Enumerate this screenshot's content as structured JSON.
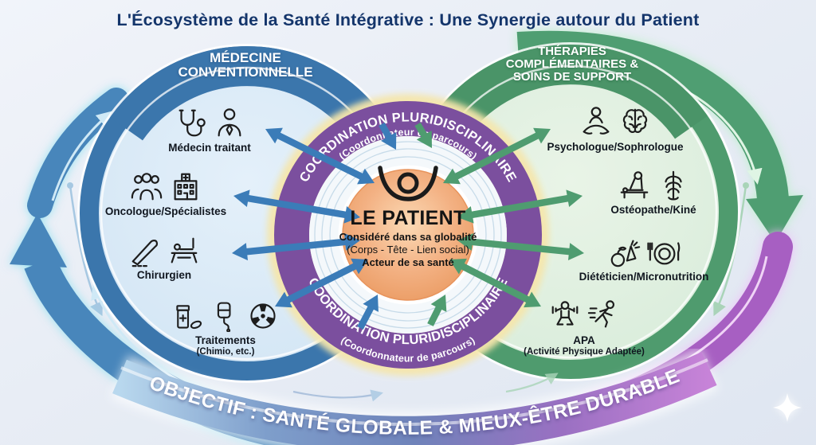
{
  "title": "L'Écosystème de la Santé Intégrative : Une Synergie autour du Patient",
  "left_circle": {
    "header_lines": [
      "MÉDECINE",
      "CONVENTIONNELLE"
    ],
    "ring_color": "#3b76ac",
    "fill_color": "#d9e9f6",
    "items": [
      {
        "label": "Médecin traitant",
        "icons": [
          "stethoscope-icon",
          "doctor-icon"
        ]
      },
      {
        "label": "Oncologue/Spécialistes",
        "icons": [
          "medical-team-icon",
          "hospital-icon"
        ]
      },
      {
        "label": "Chirurgien",
        "icons": [
          "scalpel-icon",
          "operating-table-icon"
        ]
      },
      {
        "label": "Traitements",
        "sublabel": "(Chimio, etc.)",
        "icons": [
          "pill-bottle-icon",
          "iv-bag-icon",
          "radiation-icon"
        ]
      }
    ]
  },
  "right_circle": {
    "header_lines": [
      "THÉRAPIES",
      "COMPLÉMENTAIRES &",
      "SOINS DE SUPPORT"
    ],
    "ring_color": "#4f9b6e",
    "fill_color": "#e0efdf",
    "items": [
      {
        "label": "Psychologue/Sophrologue",
        "icons": [
          "meditation-icon",
          "brain-icon"
        ]
      },
      {
        "label": "Ostéopathe/Kiné",
        "icons": [
          "massage-icon",
          "ribcage-icon"
        ]
      },
      {
        "label": "Diététicien/Micronutrition",
        "icons": [
          "vegetables-icon",
          "meal-plate-icon"
        ]
      },
      {
        "label": "APA",
        "sublabel": "(Activité Physique Adaptée)",
        "icons": [
          "strength-icon",
          "runner-icon"
        ]
      }
    ]
  },
  "coordination_ring": {
    "top_label": "COORDINATION PLURIDISCIPLINAIRE",
    "top_sublabel": "(Coordonnateur de parcours)",
    "bottom_label": "COORDINATION PLURIDISCIPLINAIRE",
    "bottom_sublabel": "(Coordonnateur de parcours)",
    "band_color": "#7b4f9e",
    "glow_color": "#f5e6ac"
  },
  "patient": {
    "name": "LE PATIENT",
    "line1": "Considéré dans sa globalité",
    "line2": "(Corps - Tête - Lien social)",
    "line3": "Acteur de sa santé",
    "circle_color": "#ee9f68",
    "icon": "person-arms-up-icon"
  },
  "banner": {
    "label": "OBJECTIF : SANTÉ GLOBALE & MIEUX-ÊTRE DURABLE",
    "gradient": [
      "#b9d8ee",
      "#7e9ecb",
      "#6f83ba",
      "#9a70c2",
      "#c783d8"
    ]
  },
  "colors": {
    "title": "#14356b",
    "blue_arrow": "#3b7cb8",
    "green_arrow": "#4f9c70",
    "left_swoosh": "#4886bb",
    "right_swoosh_green": "#4f9e72",
    "right_swoosh_purple": "#a75fc2",
    "background": "#e8edf5"
  }
}
